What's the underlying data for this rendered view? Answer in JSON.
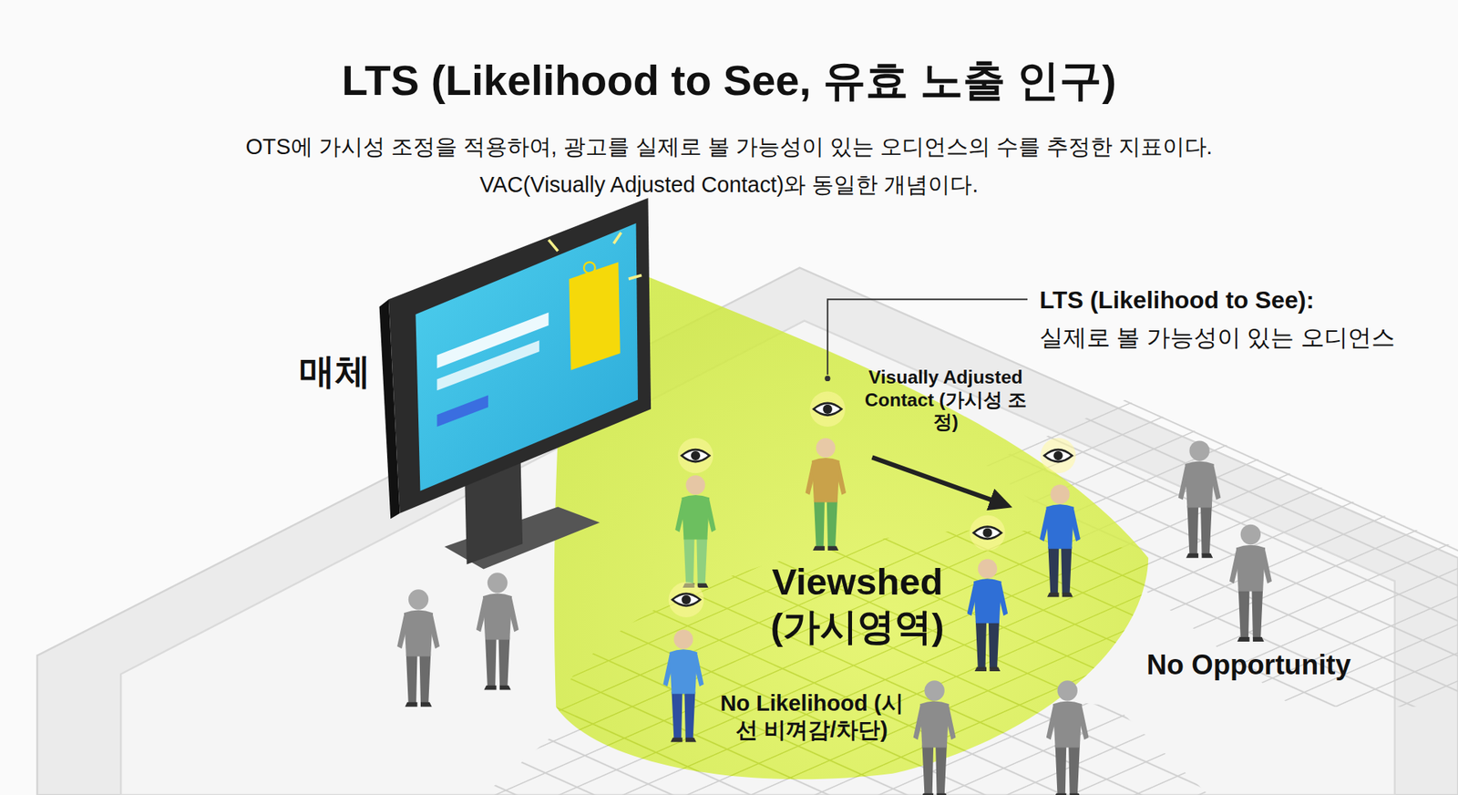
{
  "diagram": {
    "title": "LTS (Likelihood to See, 유효 노출 인구)",
    "labels": [
      "OTS에 가시성 조정을 적용하여, 광고를 실제로 볼 가능성이 있는 오디언스의 수를 추정한 지표이다.",
      "VAC(Visually Adjusted Contact)와 동일한 개념이다.",
      "매체",
      "LTS (Likelihood to See):",
      "실제로 볼 가능성이 있는 오디언스",
      "Visually Adjusted Contact (가시성 조정)",
      "Viewshed (가시영역)",
      "No Likelihood (시선 비껴감/차단)",
      "No Opportunity"
    ]
  }
}
